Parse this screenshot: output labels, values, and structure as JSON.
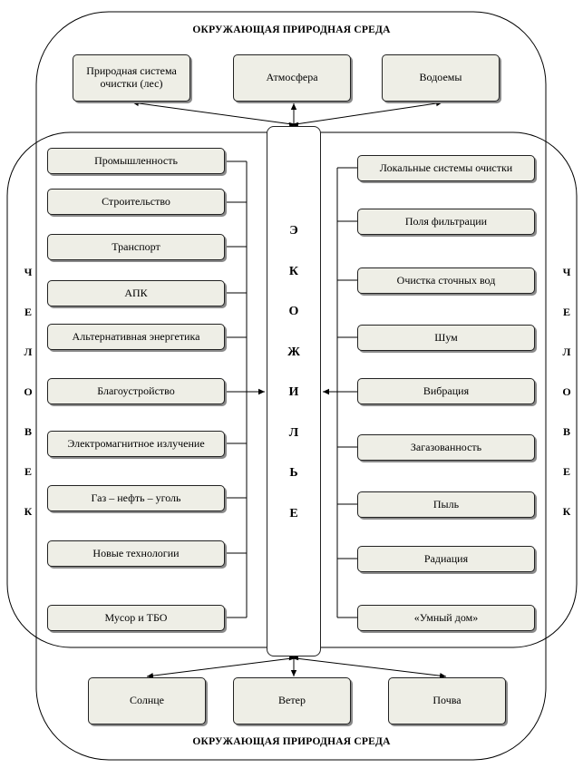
{
  "top_title": "ОКРУЖАЮЩАЯ ПРИРОДНАЯ СРЕДА",
  "bottom_title": "ОКРУЖАЮЩАЯ ПРИРОДНАЯ СРЕДА",
  "top_boxes": [
    "Природная система очистки (лес)",
    "Атмосфера",
    "Водоемы"
  ],
  "bottom_boxes": [
    "Солнце",
    "Ветер",
    "Почва"
  ],
  "center_letters": [
    "Э",
    "К",
    "О",
    "Ж",
    "И",
    "Л",
    "Ь",
    "Е"
  ],
  "left_side_letters": [
    "Ч",
    "Е",
    "Л",
    "О",
    "В",
    "Е",
    "К"
  ],
  "right_side_letters": [
    "Ч",
    "Е",
    "Л",
    "О",
    "В",
    "Е",
    "К"
  ],
  "left_boxes": [
    "Промышленность",
    "Строительство",
    "Транспорт",
    "АПК",
    "Альтернативная энергетика",
    "Благоустройство",
    "Электромагнитное излучение",
    "Газ – нефть – уголь",
    "Новые технологии",
    "Мусор и ТБО"
  ],
  "right_boxes": [
    "Локальные системы очистки",
    "Поля фильтрации",
    "Очистка сточных вод",
    "Шум",
    "Вибрация",
    "Загазованность",
    "Пыль",
    "Радиация",
    "«Умный дом»"
  ]
}
